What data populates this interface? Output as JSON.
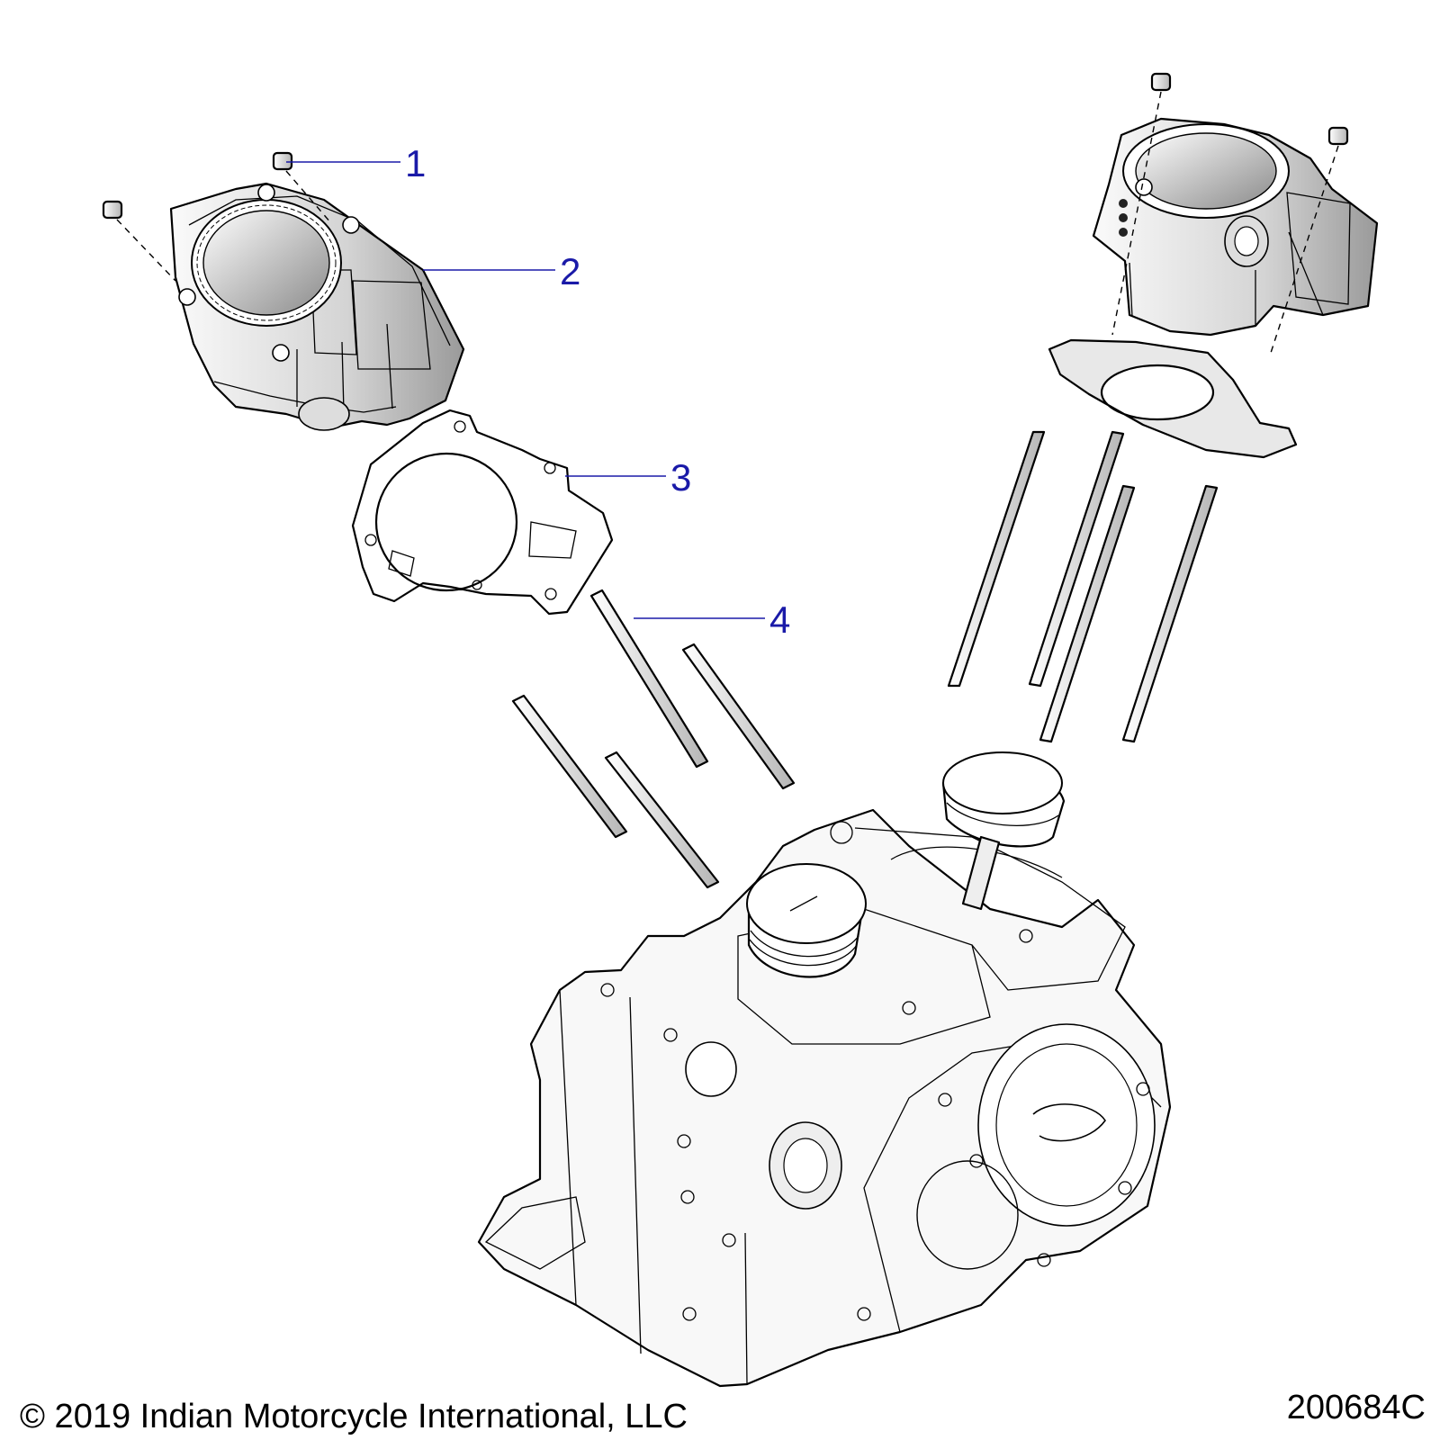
{
  "callouts": [
    {
      "number": "1"
    },
    {
      "number": "2"
    },
    {
      "number": "3"
    },
    {
      "number": "4"
    }
  ],
  "footer": {
    "copyright": "© 2019 Indian Motorcycle International, LLC",
    "figure_id": "200684C"
  },
  "colors": {
    "callout": "#1a1aa8",
    "line_art": "#000000",
    "background": "#ffffff"
  }
}
